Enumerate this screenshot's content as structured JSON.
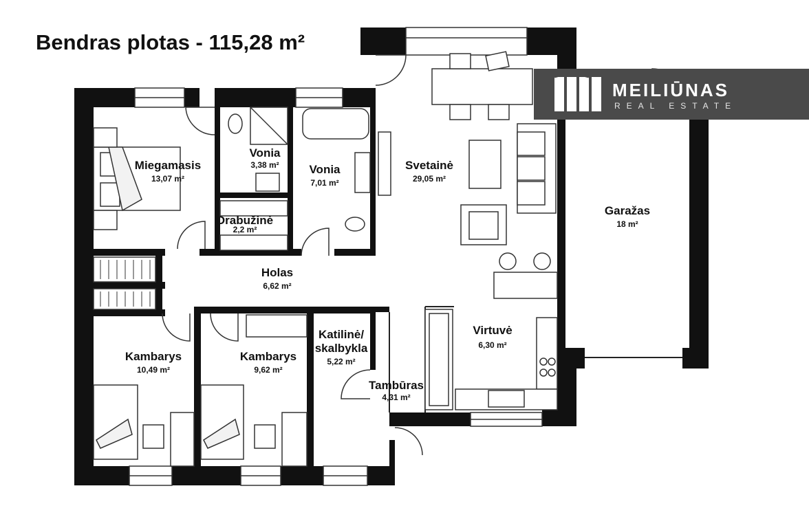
{
  "title": "Bendras plotas - 115,28 m²",
  "logo": {
    "name": "MEILIŪNAS",
    "tagline": "REAL ESTATE",
    "bg_color": "#4a4a4a"
  },
  "rooms": {
    "miegamasis": {
      "name": "Miegamasis",
      "area": "13,07 m²"
    },
    "vonia_small": {
      "name": "Vonia",
      "area": "3,38 m²"
    },
    "vonia": {
      "name": "Vonia",
      "area": "7,01 m²"
    },
    "drabuzine": {
      "name": "Drabužinė",
      "area": "2,2 m²"
    },
    "svetaine": {
      "name": "Svetainė",
      "area": "29,05 m²"
    },
    "garazas": {
      "name": "Garažas",
      "area": "18 m²"
    },
    "holas": {
      "name": "Holas",
      "area": "6,62 m²"
    },
    "virtuve": {
      "name": "Virtuvė",
      "area": "6,30 m²"
    },
    "kambarys1": {
      "name": "Kambarys",
      "area": "10,49 m²"
    },
    "kambarys2": {
      "name": "Kambarys",
      "area": "9,62 m²"
    },
    "katiline": {
      "name_line1": "Katilinė/",
      "name_line2": "skalbykla",
      "area": "5,22 m²"
    },
    "tamburas": {
      "name": "Tambūras",
      "area": "4,31 m²"
    }
  }
}
